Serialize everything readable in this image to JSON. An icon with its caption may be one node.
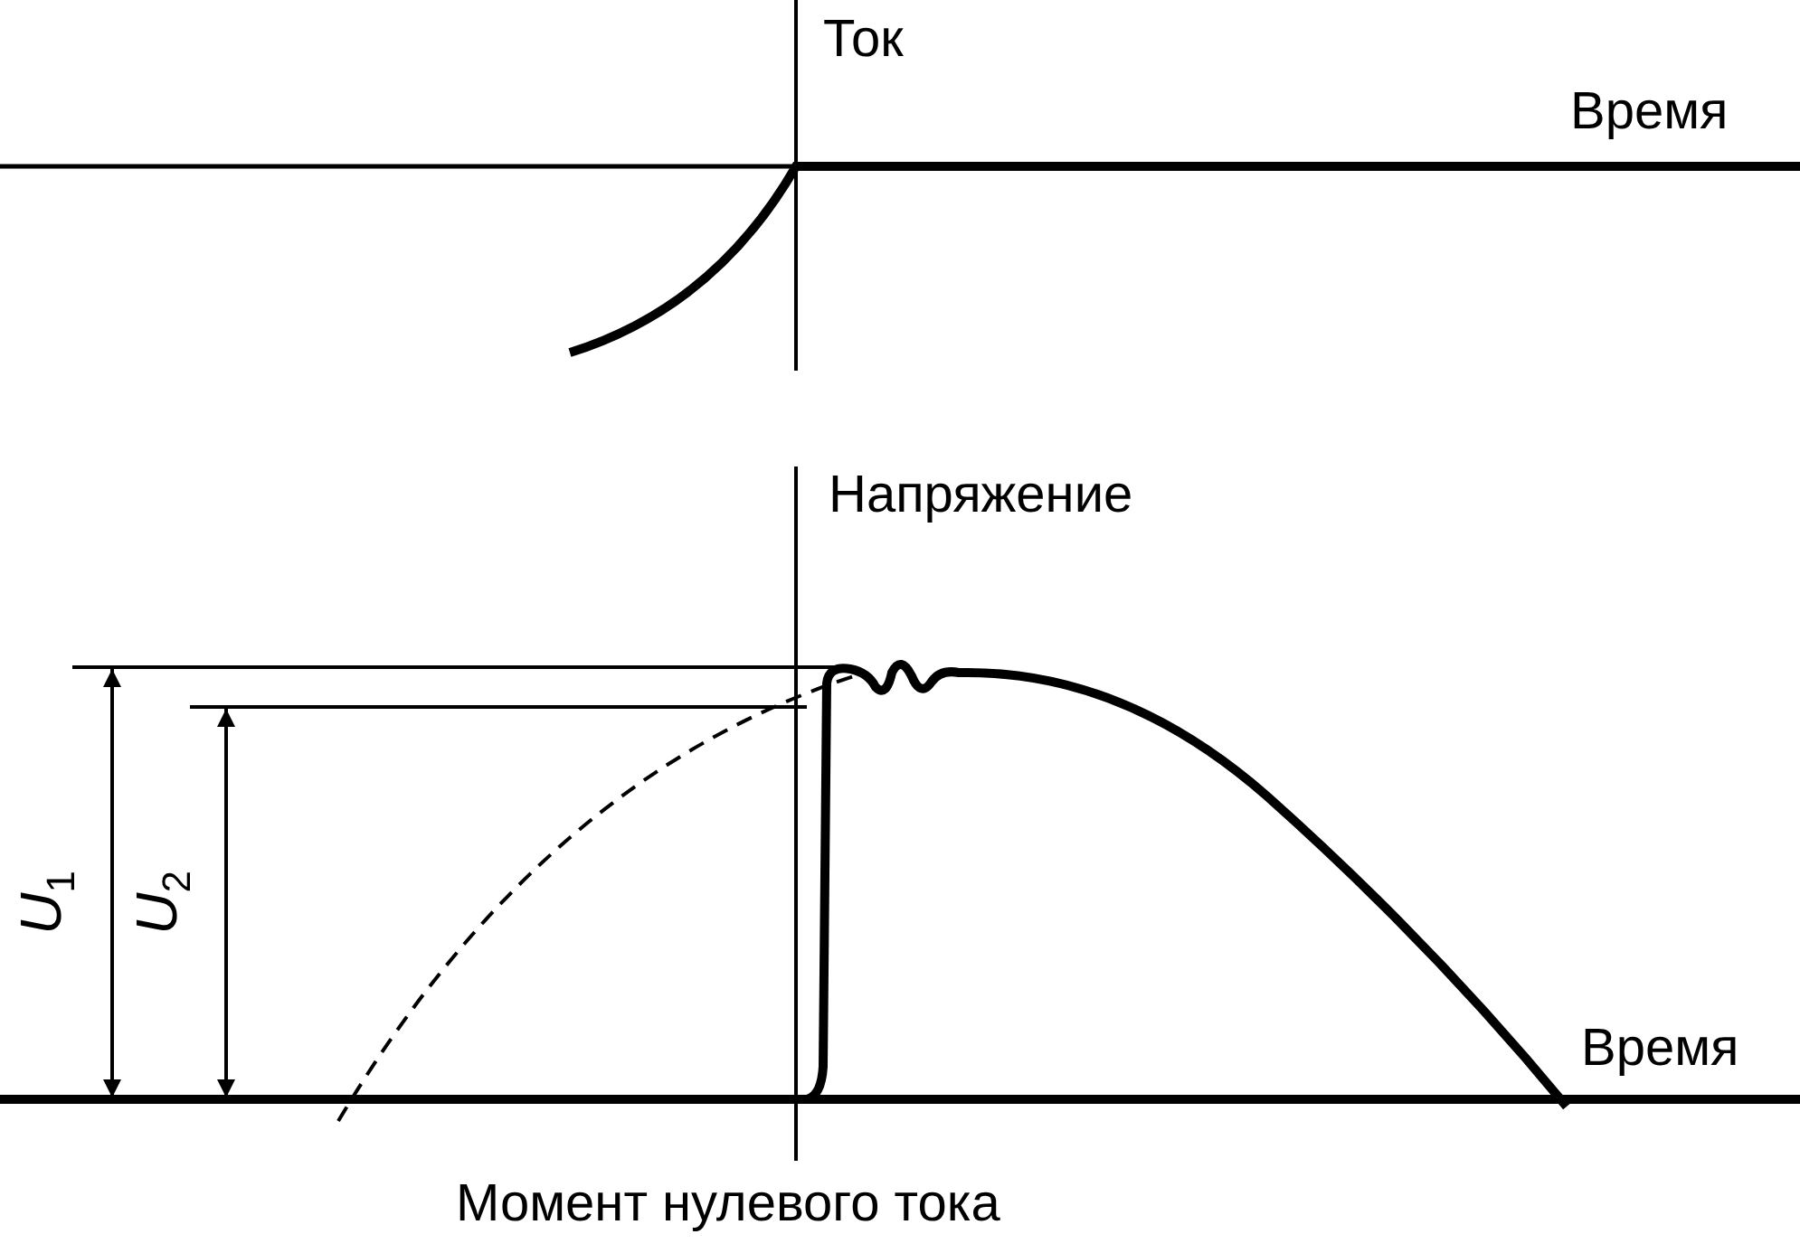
{
  "diagram": {
    "labels": [
      "Ток",
      "Время",
      "Напряжение",
      "U$_{1}$",
      "U$_{2}$",
      "Время",
      "Момент нулевого тока"
    ]
  }
}
